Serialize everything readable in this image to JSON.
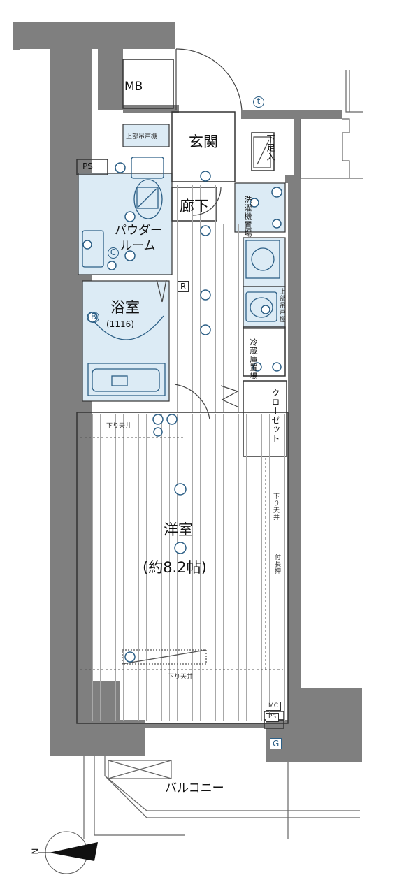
{
  "rooms": {
    "entrance": "玄関",
    "hallway": "廊下",
    "powder_room_line1": "パウダー",
    "powder_room_line2": "ルーム",
    "bathroom": "浴室",
    "bathroom_size": "(1116)",
    "western_room": "洋室",
    "western_room_size": "(約8.2帖)",
    "balcony": "バルコニー",
    "closet": "クローゼット"
  },
  "labels": {
    "mb": "MB",
    "ps_top": "PS",
    "ps_bottom": "PS",
    "mc": "MC",
    "shoe_cabinet": "下足入",
    "upper_cabinet": "上部吊戸棚",
    "washing_machine": "洗濯機置場",
    "upper_cabinet_right": "上部吊戸棚",
    "fridge": "冷蔵庫置場",
    "lowered_ceiling_1": "下り天井",
    "lowered_ceiling_2": "下り天井",
    "lowered_ceiling_side": "下り天井",
    "long_closet": "付長押",
    "symbol_t": "t",
    "symbol_r": "R",
    "symbol_b": "B",
    "symbol_c": "C",
    "symbol_g": "G",
    "compass_n": "N"
  },
  "colors": {
    "wall": "#7f7f7f",
    "wet_area": "#dcebf5",
    "floor_line": "#9a9a9a",
    "fixture_line": "#5a8fb8",
    "line": "#333333"
  }
}
